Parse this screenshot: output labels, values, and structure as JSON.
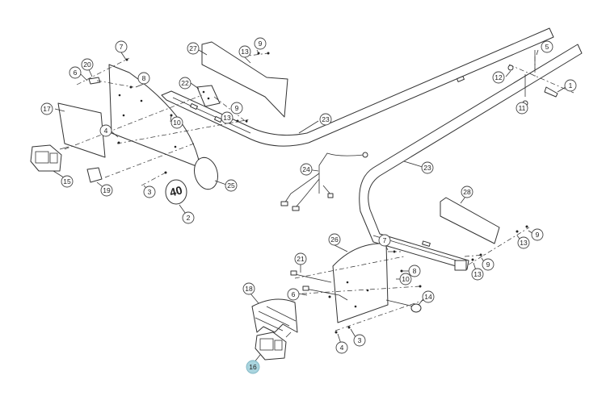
{
  "diagram": {
    "callouts": [
      {
        "id": "c7a",
        "label": "7"
      },
      {
        "id": "c9a",
        "label": "9"
      },
      {
        "id": "c27",
        "label": "27"
      },
      {
        "id": "c13a",
        "label": "13"
      },
      {
        "id": "c20",
        "label": "20"
      },
      {
        "id": "c6a",
        "label": "6"
      },
      {
        "id": "c8a",
        "label": "8"
      },
      {
        "id": "c22",
        "label": "22"
      },
      {
        "id": "c17",
        "label": "17"
      },
      {
        "id": "c9b",
        "label": "9"
      },
      {
        "id": "c13b",
        "label": "13"
      },
      {
        "id": "c10a",
        "label": "10"
      },
      {
        "id": "c4a",
        "label": "4"
      },
      {
        "id": "c23a",
        "label": "23"
      },
      {
        "id": "c5",
        "label": "5"
      },
      {
        "id": "c12",
        "label": "12"
      },
      {
        "id": "c1",
        "label": "1"
      },
      {
        "id": "c11",
        "label": "11"
      },
      {
        "id": "c15",
        "label": "15"
      },
      {
        "id": "c19",
        "label": "19"
      },
      {
        "id": "c3a",
        "label": "3"
      },
      {
        "id": "c25",
        "label": "25"
      },
      {
        "id": "c2",
        "label": "2"
      },
      {
        "id": "c24",
        "label": "24"
      },
      {
        "id": "c23b",
        "label": "23"
      },
      {
        "id": "c28",
        "label": "28"
      },
      {
        "id": "c9c",
        "label": "9"
      },
      {
        "id": "c13c",
        "label": "13"
      },
      {
        "id": "c26",
        "label": "26"
      },
      {
        "id": "c7b",
        "label": "7"
      },
      {
        "id": "c9d",
        "label": "9"
      },
      {
        "id": "c13d",
        "label": "13"
      },
      {
        "id": "c21",
        "label": "21"
      },
      {
        "id": "c8b",
        "label": "8"
      },
      {
        "id": "c10b",
        "label": "10"
      },
      {
        "id": "c18",
        "label": "18"
      },
      {
        "id": "c6b",
        "label": "6"
      },
      {
        "id": "c14",
        "label": "14"
      },
      {
        "id": "c4b",
        "label": "4"
      },
      {
        "id": "c3b",
        "label": "3"
      },
      {
        "id": "c16",
        "label": "16"
      }
    ],
    "speed_sign_text": "40",
    "colors": {
      "highlight": "#a9d4de",
      "line": "#333333"
    }
  }
}
